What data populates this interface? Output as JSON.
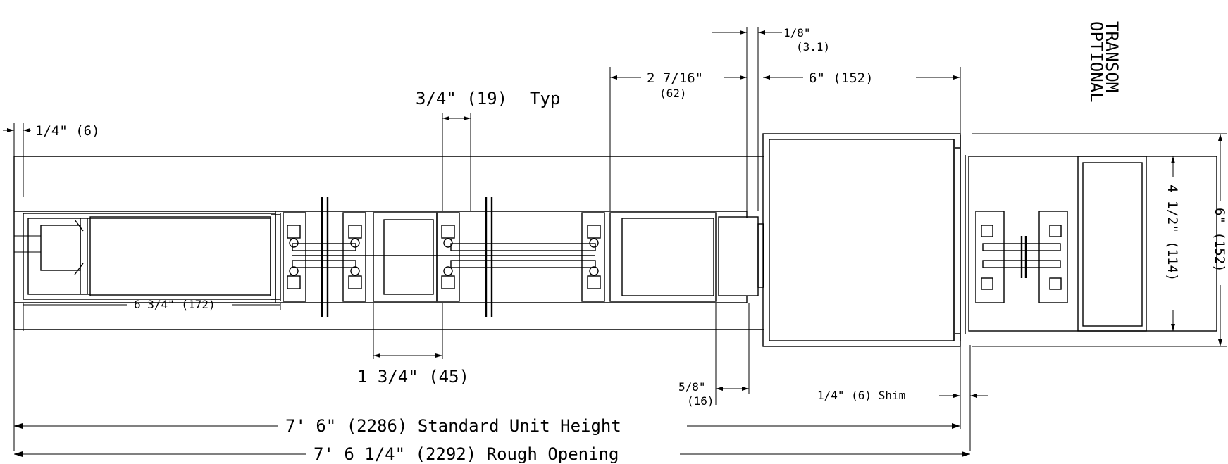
{
  "labels": {
    "transom_line1": "TRANSOM",
    "transom_line2": "OPTIONAL",
    "dim_1_8": "1/8\"",
    "dim_1_8_mm": "(3.1)",
    "dim_6": "6\" (152)",
    "dim_2_7_16": "2 7/16\"",
    "dim_2_7_16_mm": "(62)",
    "dim_3_4": "3/4\" (19)",
    "dim_3_4_typ": "Typ",
    "dim_1_4": "1/4\" (6)",
    "dim_6_3_4": "6 3/4\" (172)",
    "dim_1_3_4": "1 3/4\" (45)",
    "dim_5_8": "5/8\"",
    "dim_5_8_mm": "(16)",
    "dim_shim": "1/4\" (6) Shim",
    "dim_4_1_2_vertical": "4 1/2\" (114)",
    "dim_6_vertical": "6\" (152)",
    "dim_standard_height": "7' 6\" (2286) Standard Unit Height",
    "dim_rough_opening": "7' 6 1/4\" (2292) Rough Opening"
  }
}
